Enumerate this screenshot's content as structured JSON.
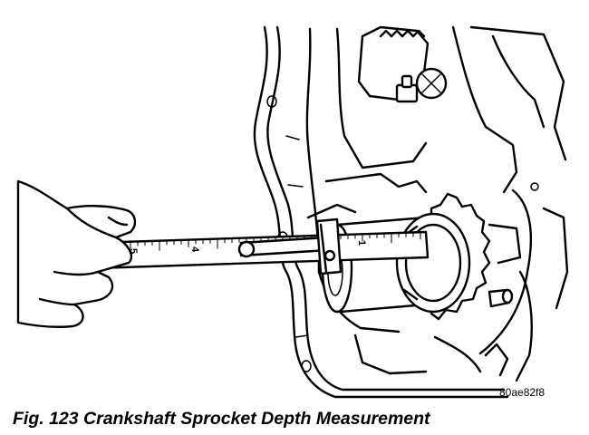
{
  "figure": {
    "caption": "Fig. 123 Crankshaft Sprocket Depth Measurement",
    "image_code": "80ae82f8",
    "scale_numbers": [
      "5",
      "4",
      "1"
    ]
  },
  "colors": {
    "ink": "#000000",
    "paper": "#ffffff"
  },
  "icons": [
    "hand-icon",
    "depth-gauge-icon",
    "crankshaft-sprocket-icon",
    "engine-block-icon"
  ]
}
